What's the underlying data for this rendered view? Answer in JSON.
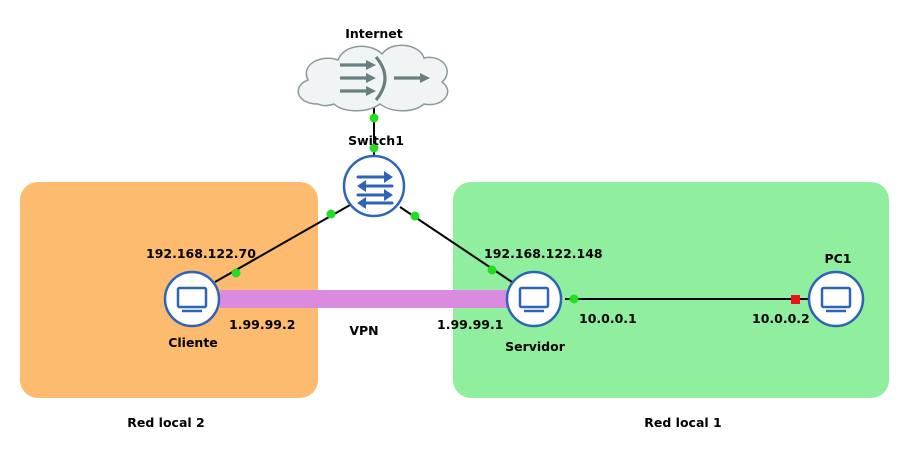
{
  "nodes": {
    "internet": {
      "label": "Internet",
      "icon": "cloud-icon"
    },
    "switch1": {
      "label": "Switch1",
      "icon": "switch-icon"
    },
    "cliente": {
      "label": "Cliente",
      "icon": "computer-icon"
    },
    "servidor": {
      "label": "Servidor",
      "icon": "computer-icon"
    },
    "pc1": {
      "label": "PC1",
      "icon": "computer-icon"
    }
  },
  "addresses": {
    "cliente_lan": "192.168.122.70",
    "cliente_vpn": "1.99.99.2",
    "servidor_lan": "192.168.122.148",
    "servidor_vpn": "1.99.99.1",
    "servidor_local": "10.0.0.1",
    "pc1_local": "10.0.0.2"
  },
  "links": {
    "vpn": "VPN"
  },
  "zones": {
    "red_local_2": {
      "label": "Red local 2",
      "color": "#fdbb6f"
    },
    "red_local_1": {
      "label": "Red local 1",
      "color": "#90ee9f"
    }
  },
  "colors": {
    "node_stroke": "#2e64b8",
    "vpn_tunnel": "#da8adf",
    "port_up": "#22dd22",
    "port_down": "#ee1111",
    "cloud_fill": "#f1f4f4",
    "cloud_stroke": "#8a9a9a",
    "cloud_arrows": "#6a8080"
  }
}
